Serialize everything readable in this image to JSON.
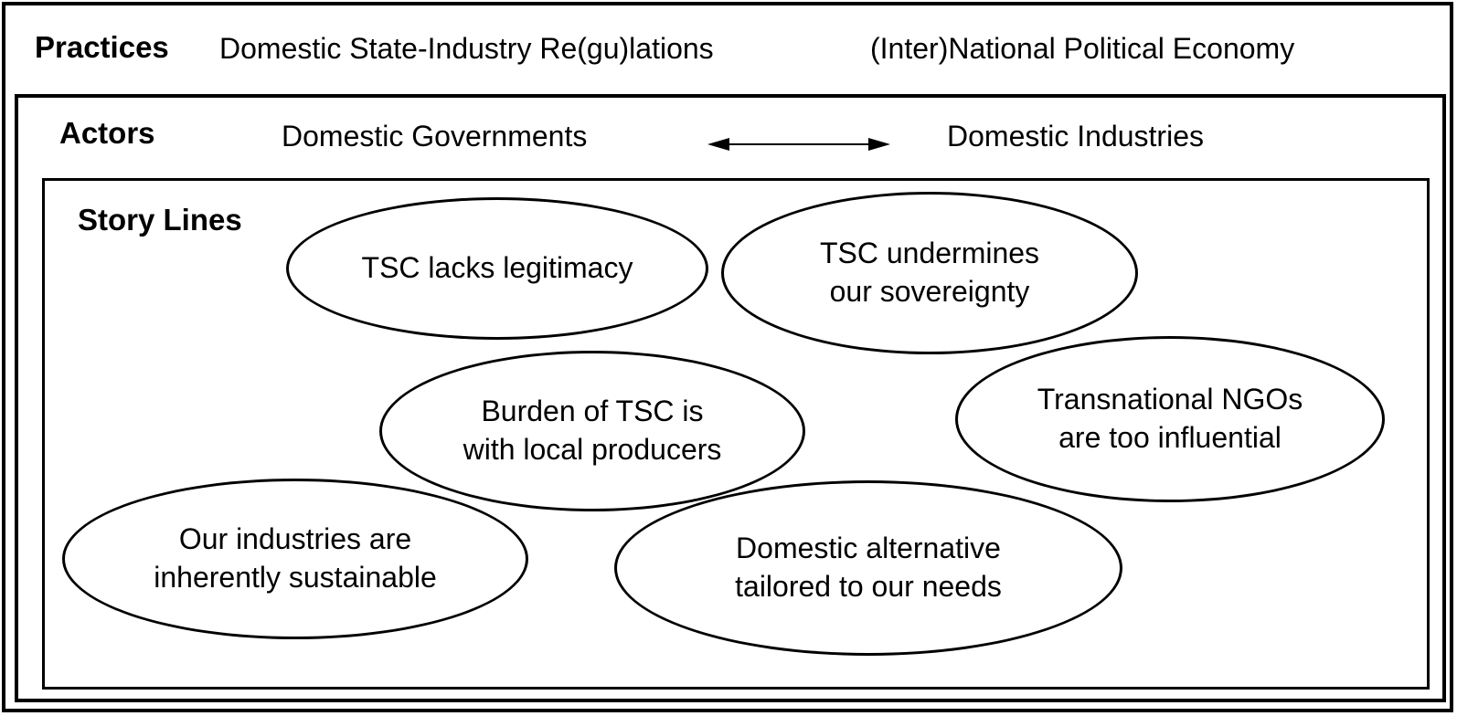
{
  "practices": {
    "label": "Practices",
    "left_item": "Domestic State-Industry Re(gu)lations",
    "right_item": "(Inter)National Political Economy"
  },
  "actors": {
    "label": "Actors",
    "left_actor": "Domestic Governments",
    "right_actor": "Domestic Industries",
    "arrow_icon": "double-headed-arrow"
  },
  "story_lines": {
    "label": "Story Lines",
    "ellipses": [
      {
        "text": "TSC lacks legitimacy"
      },
      {
        "text": "TSC undermines\nour sovereignty"
      },
      {
        "text": "Burden of TSC is\nwith local producers"
      },
      {
        "text": "Transnational NGOs\nare too influential"
      },
      {
        "text": "Our industries are\ninherently sustainable"
      },
      {
        "text": "Domestic alternative\ntailored to our needs"
      }
    ]
  },
  "colors": {
    "border": "#000000",
    "text": "#000000",
    "background": "#ffffff"
  }
}
